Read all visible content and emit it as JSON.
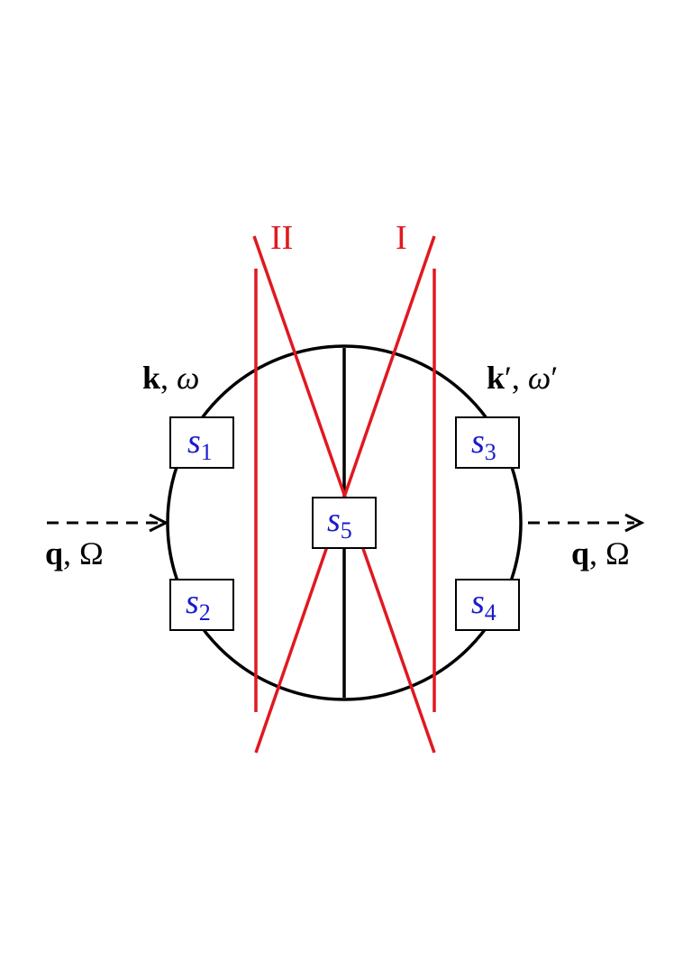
{
  "colors": {
    "line": "#000000",
    "cut": "#e0191f",
    "vertex_text": "#1a1acc",
    "box_fill": "#ffffff"
  },
  "cut_labels": {
    "left": "II",
    "right": "I"
  },
  "momentum_labels": {
    "incoming_loop": {
      "bold": "k",
      "sep": ", ",
      "greek": "ω"
    },
    "outgoing_loop": {
      "bold": "k",
      "prime": "′",
      "sep": ", ",
      "greek": "ω",
      "greek_prime": "′"
    },
    "external_in": {
      "bold": "q",
      "sep": ", ",
      "greek": "Ω"
    },
    "external_out": {
      "bold": "q",
      "sep": ", ",
      "greek": "Ω"
    }
  },
  "vertices": [
    {
      "id": "s1",
      "letter": "s",
      "sub": "1"
    },
    {
      "id": "s2",
      "letter": "s",
      "sub": "2"
    },
    {
      "id": "s3",
      "letter": "s",
      "sub": "3"
    },
    {
      "id": "s4",
      "letter": "s",
      "sub": "4"
    },
    {
      "id": "s5",
      "letter": "s",
      "sub": "5"
    }
  ]
}
